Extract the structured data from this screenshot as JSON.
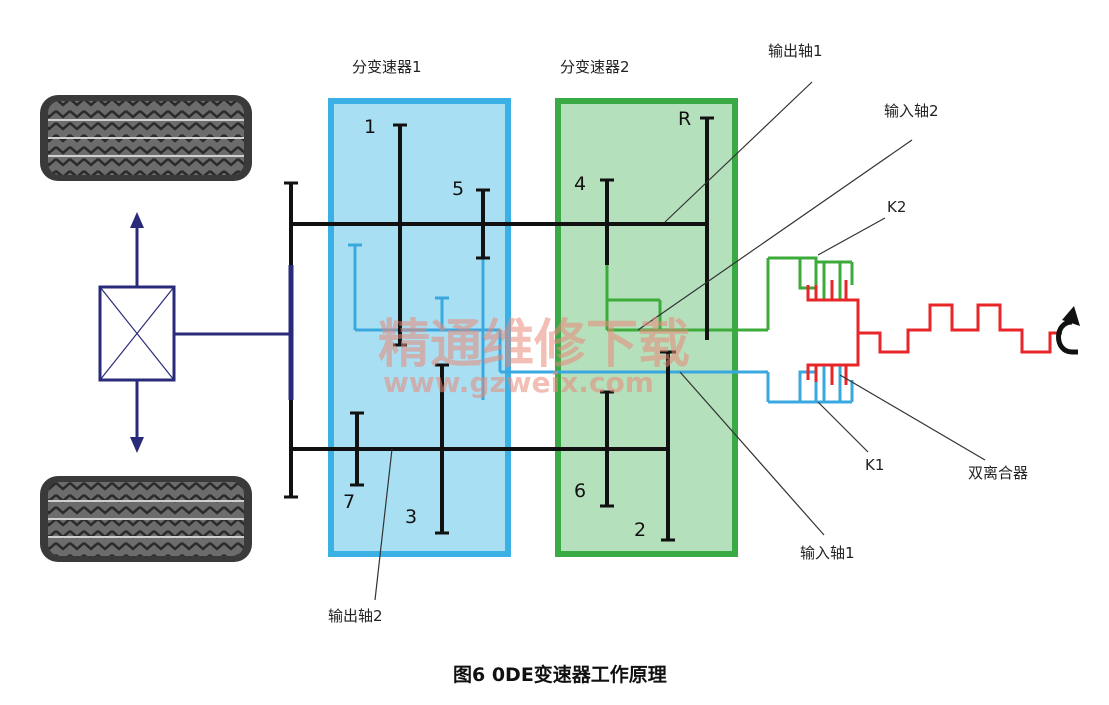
{
  "labels": {
    "subgearbox1": "分变速器1",
    "subgearbox2": "分变速器2",
    "output_shaft1": "输出轴1",
    "input_shaft2": "输入轴2",
    "k2": "K2",
    "k1": "K1",
    "dual_clutch": "双离合器",
    "input_shaft1": "输入轴1",
    "output_shaft2": "输出轴2"
  },
  "gears": {
    "g1": "1",
    "g2": "2",
    "g3": "3",
    "g4": "4",
    "g5": "5",
    "g6": "6",
    "g7": "7",
    "gR": "R"
  },
  "watermark": {
    "cn": "精通维修下载",
    "url": "www.gzweix.com"
  },
  "caption": "图6 0DE变速器工作原理",
  "colors": {
    "blue_box_fill": "#a9dff2",
    "blue_box_stroke": "#3ab0e4",
    "green_box_fill": "#b5e0bc",
    "green_box_stroke": "#3aaa45",
    "shaft_black": "#111111",
    "input_blue": "#3aa8e0",
    "input_green": "#3cab3a",
    "clutch_red": "#e8262a",
    "diff_navy": "#2a2a7a"
  },
  "icons": {
    "wheels": "tire-icon",
    "differential": "differential-box-icon",
    "engine_rotation": "rotation-arrow-icon"
  }
}
